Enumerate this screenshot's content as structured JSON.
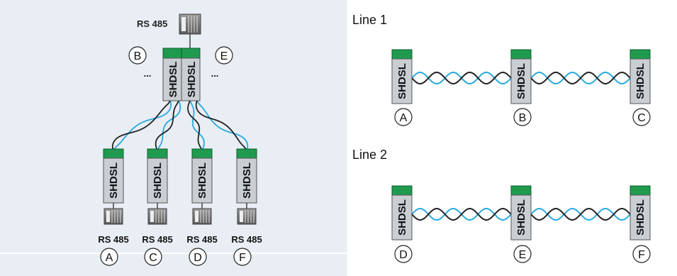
{
  "left_panel": {
    "top_device_label": "RS 485",
    "top_modules": [
      "SHDSL",
      "SHDSL"
    ],
    "top_circle_left": "B",
    "top_circle_right": "E",
    "ellipsis": "...",
    "bottom_nodes": [
      {
        "module": "SHDSL",
        "device": "RS 485",
        "circle": "A"
      },
      {
        "module": "SHDSL",
        "device": "RS 485",
        "circle": "C"
      },
      {
        "module": "SHDSL",
        "device": "RS 485",
        "circle": "D"
      },
      {
        "module": "SHDSL",
        "device": "RS 485",
        "circle": "F"
      }
    ]
  },
  "right_panel": {
    "lines": [
      {
        "title": "Line 1",
        "nodes": [
          {
            "module": "SHDSL",
            "circle": "A"
          },
          {
            "module": "SHDSL",
            "circle": "B"
          },
          {
            "module": "SHDSL",
            "circle": "C"
          }
        ]
      },
      {
        "title": "Line 2",
        "nodes": [
          {
            "module": "SHDSL",
            "circle": "D"
          },
          {
            "module": "SHDSL",
            "circle": "E"
          },
          {
            "module": "SHDSL",
            "circle": "F"
          }
        ]
      }
    ]
  },
  "colors": {
    "panel_bg": "#e8eef4",
    "module_green": "#1f9a4f",
    "module_body": "#c9ced3",
    "cable_black": "#222222",
    "cable_blue": "#2aa9df"
  }
}
